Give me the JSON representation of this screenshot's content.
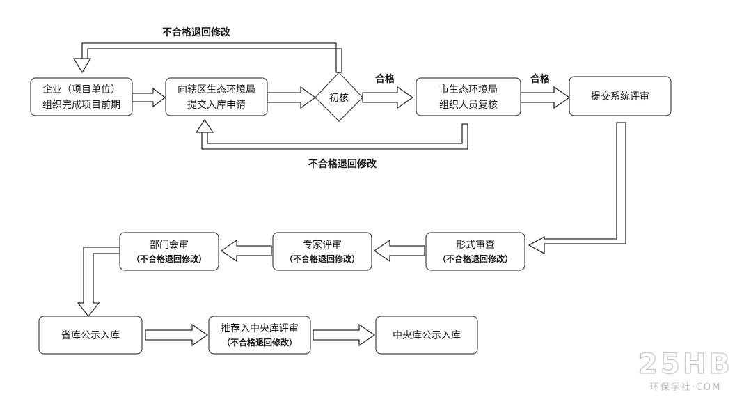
{
  "nodes": {
    "enterprise": {
      "line1": "企业（项目单位）",
      "line2": "组织完成项目前期"
    },
    "apply": {
      "line1": "向辖区生态环境局",
      "line2": "提交入库申请"
    },
    "initial": {
      "line1": "初核"
    },
    "city_review": {
      "line1": "市生态环境局",
      "line2": "组织人员复核"
    },
    "system": {
      "line1": "提交系统评审"
    },
    "formal": {
      "line1": "形式审查",
      "line2": "（不合格退回修改）"
    },
    "expert": {
      "line1": "专家评审",
      "line2": "（不合格退回修改）"
    },
    "dept": {
      "line1": "部门会审",
      "line2": "（不合格退回修改）"
    },
    "province": {
      "line1": "省库公示入库"
    },
    "recommend": {
      "line1": "推荐入中央库评审",
      "line2": "（不合格退回修改）"
    },
    "central": {
      "line1": "中央库公示入库"
    }
  },
  "edge_labels": {
    "return_top": "不合格退回修改",
    "return_bottom": "不合格退回修改",
    "pass_1": "合格",
    "pass_2": "合格"
  },
  "watermark": {
    "text": "25HB",
    "subtitle": "环保学社·COM"
  }
}
